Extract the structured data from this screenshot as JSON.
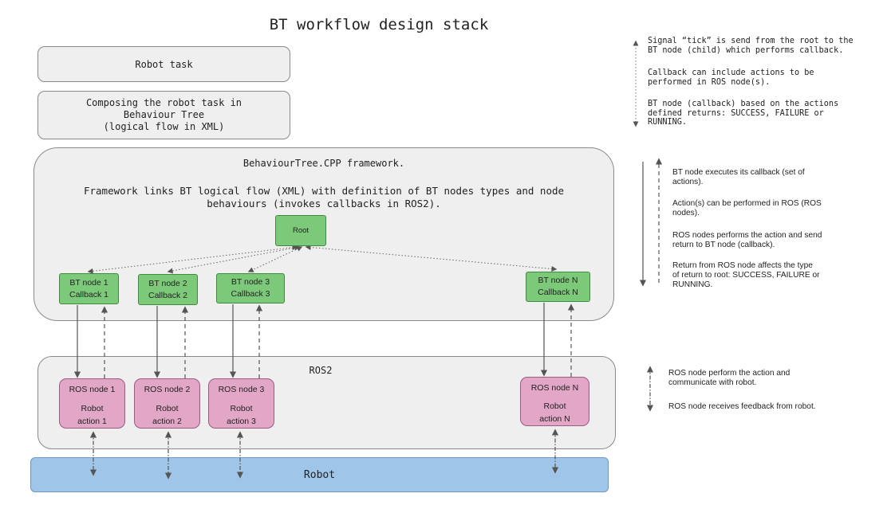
{
  "title": "BT workflow design stack",
  "robot_task": "Robot task",
  "composing": [
    "Composing the robot task in",
    "Behaviour Tree",
    "(logical flow in XML)"
  ],
  "framework": {
    "title": "BehaviourTree.CPP framework.",
    "desc": [
      "Framework links BT logical flow (XML) with definition of BT nodes types and node",
      "behaviours (invokes callbacks in ROS2)."
    ],
    "root": "Root"
  },
  "bt_nodes": [
    {
      "name": "BT node 1",
      "callback": "Callback 1"
    },
    {
      "name": "BT node 2",
      "callback": "Callback 2"
    },
    {
      "name": "BT node 3",
      "callback": "Callback 3"
    },
    {
      "name": "BT node N",
      "callback": "Callback N"
    }
  ],
  "ros2": {
    "title": "ROS2",
    "nodes": [
      {
        "name": "ROS node 1",
        "action": [
          "Robot",
          "action 1"
        ]
      },
      {
        "name": "ROS node 2",
        "action": [
          "Robot",
          "action 2"
        ]
      },
      {
        "name": "ROS node 3",
        "action": [
          "Robot",
          "action 3"
        ]
      },
      {
        "name": "ROS node N",
        "action": [
          "Robot",
          "action N"
        ]
      }
    ]
  },
  "robot": "Robot",
  "notes": {
    "tick": [
      "Signal “tick” is send from the root to the",
      "BT node (child) which performs callback."
    ],
    "callback_actions": [
      "Callback can include actions to be",
      "performed in ROS node(s)."
    ],
    "returns": [
      "BT node (callback) based on the actions",
      "defined returns: SUCCESS, FAILURE or",
      "RUNNING."
    ],
    "executes": [
      "BT node executes its callback (set of",
      "actions)."
    ],
    "ros_actions": [
      "Action(s) can be performed in ROS (ROS",
      "nodes)."
    ],
    "send_return": [
      "ROS nodes performs the action and send",
      "return to BT node (callback)."
    ],
    "return_type": [
      "Return from ROS node affects the type",
      "of return to root: SUCCESS, FAILURE or",
      "RUNNING."
    ],
    "perform": [
      "ROS node perform the action and",
      "communicate with robot."
    ],
    "feedback": "ROS node receives feedback from robot."
  },
  "colors": {
    "bt_node": "#7dc97a",
    "ros_node": "#e2a6c6",
    "robot": "#9fc5e8",
    "panel": "#efefef"
  }
}
